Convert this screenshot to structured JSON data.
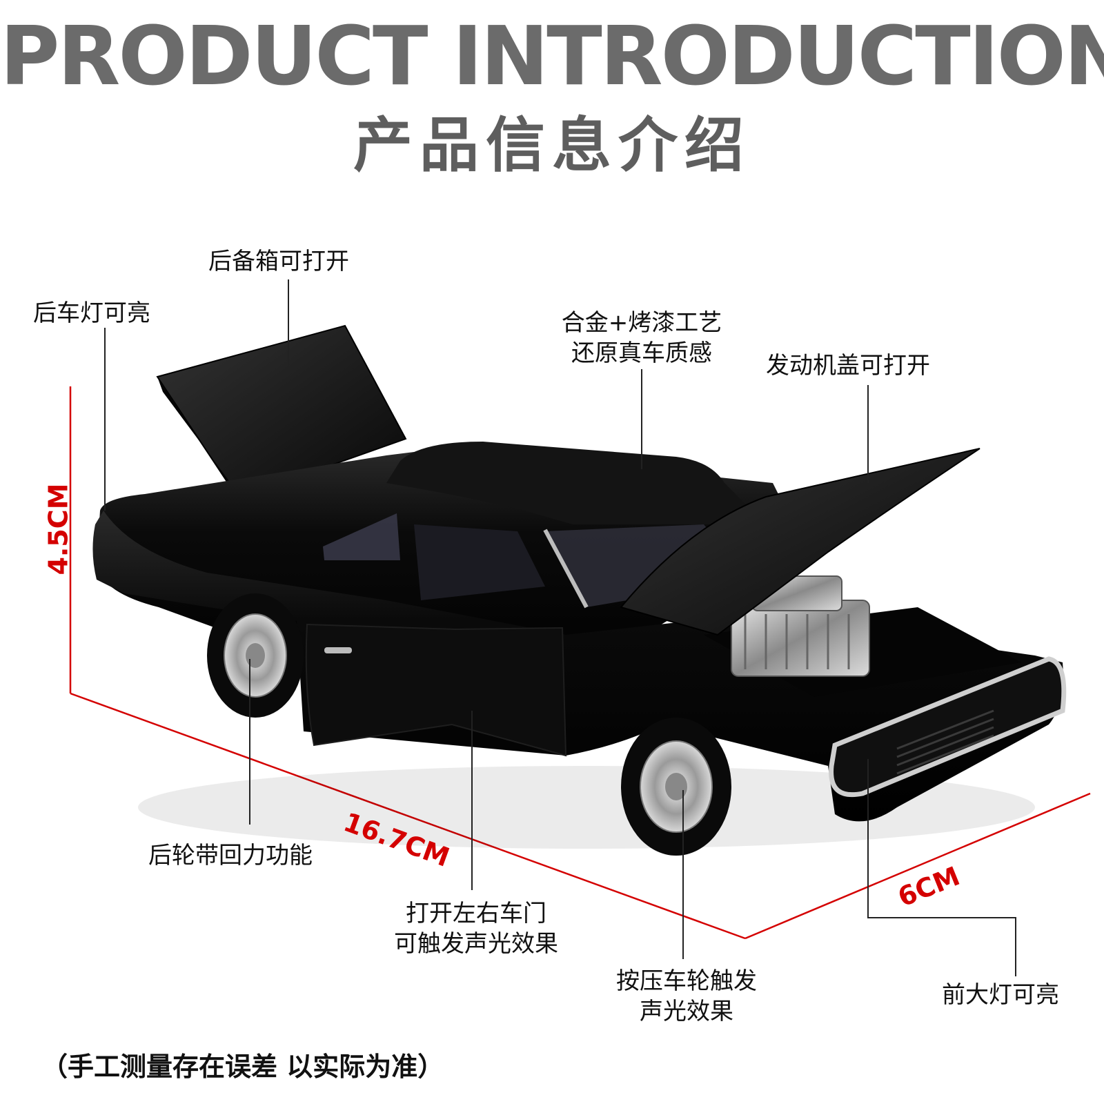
{
  "title": {
    "english": "PRODUCT INTRODUCTION",
    "chinese": "产品信息介绍"
  },
  "features": {
    "trunk": "后备箱可打开",
    "tail_lights": "后车灯可亮",
    "alloy_line1": "合金+烤漆工艺",
    "alloy_line2": "还原真车质感",
    "hood": "发动机盖可打开",
    "pullback": "后轮带回力功能",
    "doors_line1": "打开左右车门",
    "doors_line2": "可触发声光效果",
    "wheel_press_line1": "按压车轮触发",
    "wheel_press_line2": "声光效果",
    "headlights": "前大灯可亮"
  },
  "dimensions": {
    "height": "4.5CM",
    "length": "16.7CM",
    "width": "6CM"
  },
  "footnote": "（手工测量存在误差 以实际为准）",
  "colors": {
    "title": "#6b6b6b",
    "dimension_lines": "#d40000",
    "car_body": "#0b0b0b"
  }
}
